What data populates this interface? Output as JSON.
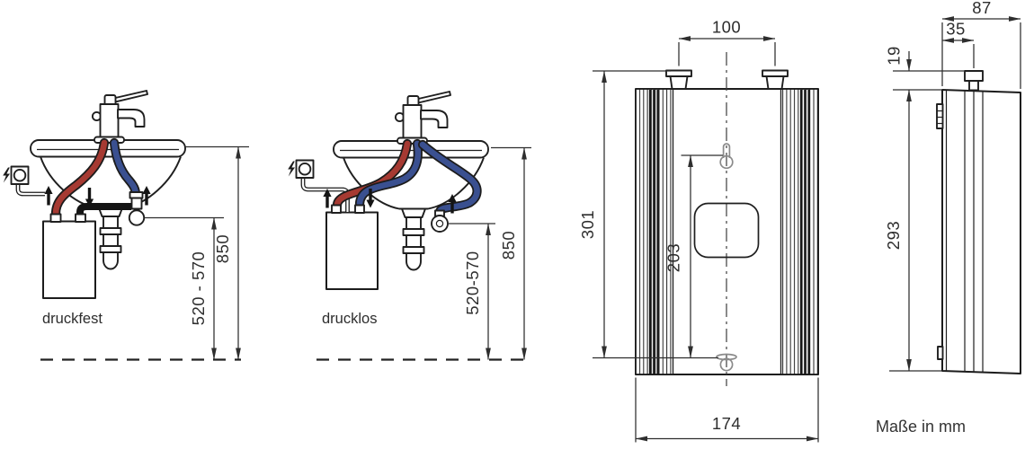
{
  "diagrams": {
    "druckfest": {
      "caption": "druckfest",
      "dim_install_height": "520 - 570",
      "dim_total_height": "850"
    },
    "drucklos": {
      "caption": "drucklos",
      "dim_install_height": "520-570",
      "dim_total_height": "850"
    }
  },
  "front_view": {
    "dim_connection_spacing": "100",
    "dim_overall_height": "301",
    "dim_mounting_distance": "203",
    "dim_overall_width": "174"
  },
  "side_view": {
    "dim_overall_depth": "87",
    "dim_connection_offset": "35",
    "dim_connection_height": "19",
    "dim_body_height": "293"
  },
  "footer": {
    "units_label": "Maße in mm"
  },
  "colors": {
    "line": "#1f1f1f",
    "hot_water": "#a63a32",
    "cold_water": "#3a5090",
    "dim_text": "#2d2d2d"
  },
  "icons": {
    "power": "lightning-bolt-icon",
    "flow_up": "flow-arrow-up-icon",
    "flow_down": "flow-arrow-down-icon"
  }
}
